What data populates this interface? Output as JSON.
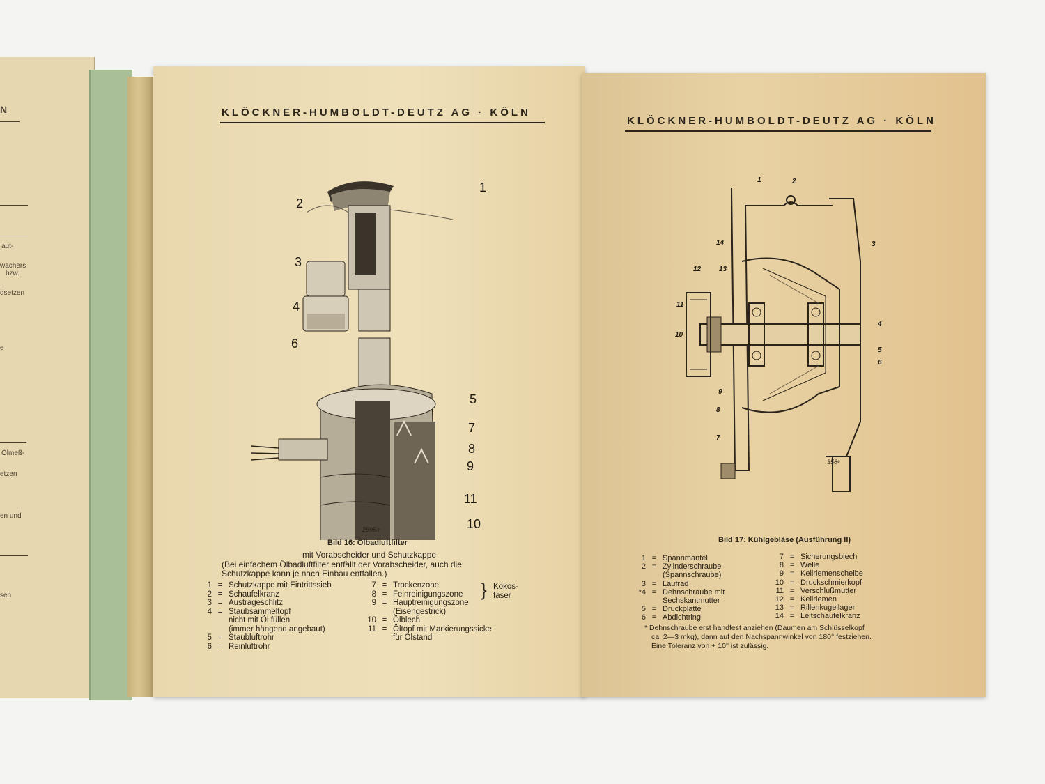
{
  "left_fragments": [
    "N",
    "aut-",
    "wachers",
    "bzw.",
    "dsetzen",
    "e",
    "Ölmeß-",
    "etzen",
    "en und",
    "sen"
  ],
  "left_page": {
    "header": "KLÖCKNER-HUMBOLDT-DEUTZ AG · KÖLN",
    "figure_code": "2595/r",
    "callouts": [
      "1",
      "2",
      "3",
      "4",
      "5",
      "6",
      "7",
      "8",
      "9",
      "10",
      "11"
    ],
    "caption": "Bild 16: Ölbadluftfilter",
    "subcaption": "mit Vorabscheider und Schutzkappe",
    "note_lines": [
      "(Bei einfachem Ölbadluftfilter entfällt der Vorabscheider, auch die",
      "Schutzkappe kann je nach Einbau entfallen.)"
    ],
    "legend_left": [
      {
        "n": "1",
        "text": "Schutzkappe mit Eintrittssieb"
      },
      {
        "n": "2",
        "text": "Schaufelkranz"
      },
      {
        "n": "3",
        "text": "Austrageschlitz"
      },
      {
        "n": "4",
        "text": "Staubsammeltopf"
      },
      {
        "n": "",
        "text": "nicht mit Öl füllen"
      },
      {
        "n": "",
        "text": "(immer hängend angebaut)"
      },
      {
        "n": "5",
        "text": "Staubluftrohr"
      },
      {
        "n": "6",
        "text": "Reinluftrohr"
      }
    ],
    "legend_right": [
      {
        "n": "7",
        "text": "Trockenzone"
      },
      {
        "n": "8",
        "text": "Feinreinigungszone"
      },
      {
        "n": "9",
        "text": "Hauptreinigungszone"
      },
      {
        "n": "",
        "text": "(Eisengestrick)"
      },
      {
        "n": "10",
        "text": "Ölblech"
      },
      {
        "n": "11",
        "text": "Öltopf mit Markierungssicke"
      },
      {
        "n": "",
        "text": "für Ölstand"
      }
    ],
    "brace_label": [
      "Kokos-",
      "faser"
    ],
    "eq": "="
  },
  "right_page": {
    "header": "KLÖCKNER-HUMBOLDT-DEUTZ AG · KÖLN",
    "figure_code": "358ᵉ",
    "callouts": [
      "1",
      "2",
      "3",
      "4",
      "5",
      "6",
      "7",
      "8",
      "9",
      "10",
      "11",
      "12",
      "13",
      "14"
    ],
    "caption": "Bild 17: Kühlgebläse (Ausführung II)",
    "legend_left": [
      {
        "n": "1",
        "text": "Spannmantel"
      },
      {
        "n": "2",
        "text": "Zylinderschraube"
      },
      {
        "n": "",
        "text": "(Spannschraube)"
      },
      {
        "n": "3",
        "text": "Laufrad"
      },
      {
        "n": "*4",
        "text": "Dehnschraube mit"
      },
      {
        "n": "",
        "text": "Sechskantmutter"
      },
      {
        "n": "5",
        "text": "Druckplatte"
      },
      {
        "n": "6",
        "text": "Abdichtring"
      }
    ],
    "legend_right": [
      {
        "n": "7",
        "text": "Sicherungsblech"
      },
      {
        "n": "8",
        "text": "Welle"
      },
      {
        "n": "9",
        "text": "Keilriemenscheibe"
      },
      {
        "n": "10",
        "text": "Druckschmierkopf"
      },
      {
        "n": "11",
        "text": "Verschlußmutter"
      },
      {
        "n": "12",
        "text": "Keilriemen"
      },
      {
        "n": "13",
        "text": "Rillenkugellager"
      },
      {
        "n": "14",
        "text": "Leitschaufelkranz"
      }
    ],
    "footnote": [
      "* Dehnschraube erst handfest anziehen (Daumen am Schlüsselkopf",
      "ca. 2—3 mkg), dann auf den Nachspannwinkel von 180° festziehen.",
      "Eine Toleranz von + 10° ist zulässig."
    ],
    "eq": "="
  }
}
